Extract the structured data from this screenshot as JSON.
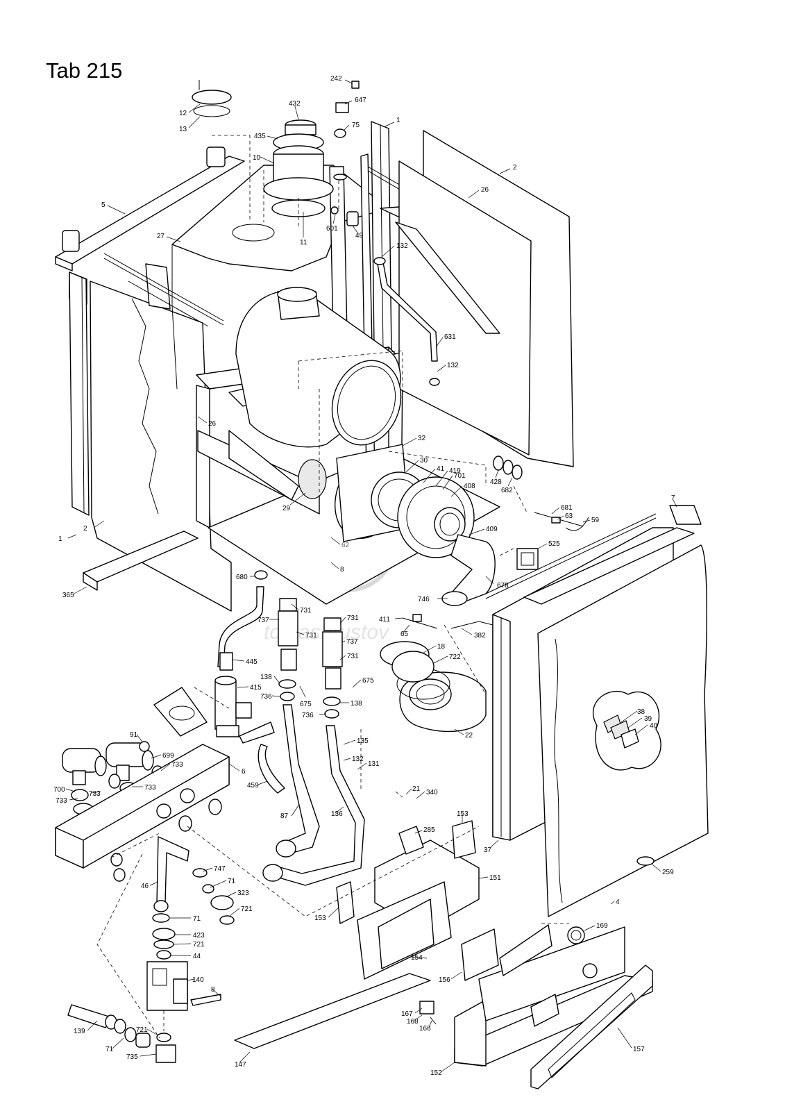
{
  "title": "Tab 215",
  "part_labels": [
    "242",
    "647",
    "75",
    "12",
    "13",
    "432",
    "435",
    "10",
    "1",
    "2",
    "5",
    "26",
    "601",
    "49",
    "11",
    "27",
    "132",
    "631",
    "132",
    "26",
    "32",
    "30",
    "41",
    "419",
    "701",
    "408",
    "428",
    "682",
    "681",
    "63",
    "59",
    "7",
    "29",
    "62",
    "8",
    "409",
    "525",
    "678",
    "1",
    "2",
    "365",
    "680",
    "731",
    "737",
    "731",
    "731",
    "737",
    "731",
    "445",
    "411",
    "65",
    "382",
    "746",
    "18",
    "722",
    "415",
    "138",
    "736",
    "675",
    "675",
    "138",
    "736",
    "22",
    "38",
    "39",
    "40",
    "91",
    "699",
    "733",
    "6",
    "135",
    "132",
    "131",
    "700",
    "733",
    "733",
    "733",
    "459",
    "87",
    "136",
    "21",
    "340",
    "153",
    "285",
    "151",
    "37",
    "259",
    "747",
    "71",
    "46",
    "323",
    "721",
    "71",
    "423",
    "721",
    "44",
    "153",
    "154",
    "4",
    "169",
    "156",
    "140",
    "8",
    "167",
    "168",
    "166",
    "139",
    "721",
    "71",
    "735",
    "147",
    "152",
    "157"
  ],
  "watermark": "tdl.rashrustov"
}
